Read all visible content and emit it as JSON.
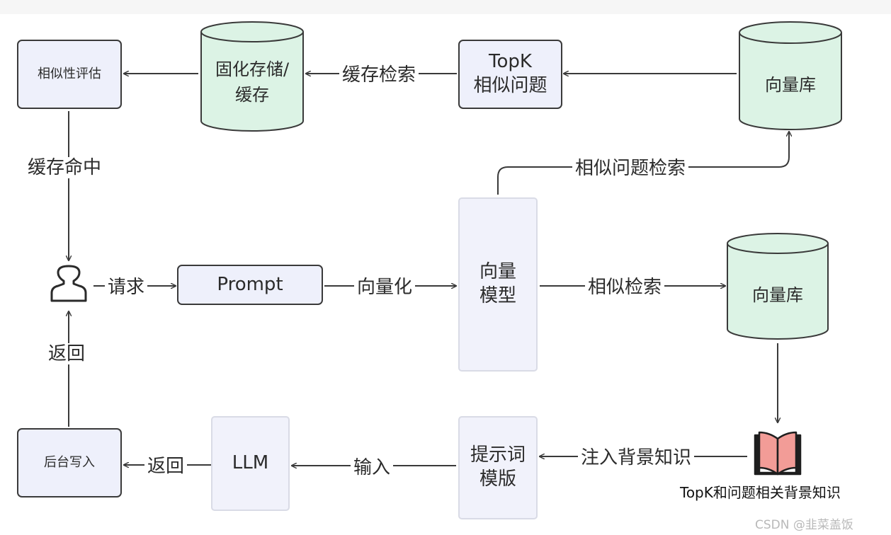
{
  "nodes": {
    "similarity_eval": "相似性评估",
    "persist_cache_line1": "固化存储/",
    "persist_cache_line2": "缓存",
    "topk_line1": "TopK",
    "topk_line2": "相似问题",
    "vector_db_top": "向量库",
    "prompt": "Prompt",
    "vector_model_line1": "向量",
    "vector_model_line2": "模型",
    "vector_db_mid": "向量库",
    "backend_write": "后台写入",
    "llm": "LLM",
    "template_line1": "提示词",
    "template_line2": "模版",
    "book_caption": "TopK和问题相关背景知识"
  },
  "edges": {
    "cache_search": "缓存检索",
    "cache_hit": "缓存命中",
    "similar_question_search": "相似问题检索",
    "request": "请求",
    "vectorize": "向量化",
    "similar_search": "相似检索",
    "return_up": "返回",
    "inject_background": "注入背景知识",
    "input": "输入",
    "return_left": "返回"
  },
  "icons": {
    "user": "user-icon",
    "book": "book-icon"
  },
  "colors": {
    "cylinder_fill": "#dcf3e5",
    "box_fill": "#eef0fb",
    "book_fill": "#f29c97",
    "stroke": "#3a3a3a"
  },
  "watermark": "CSDN @韭菜盖饭"
}
